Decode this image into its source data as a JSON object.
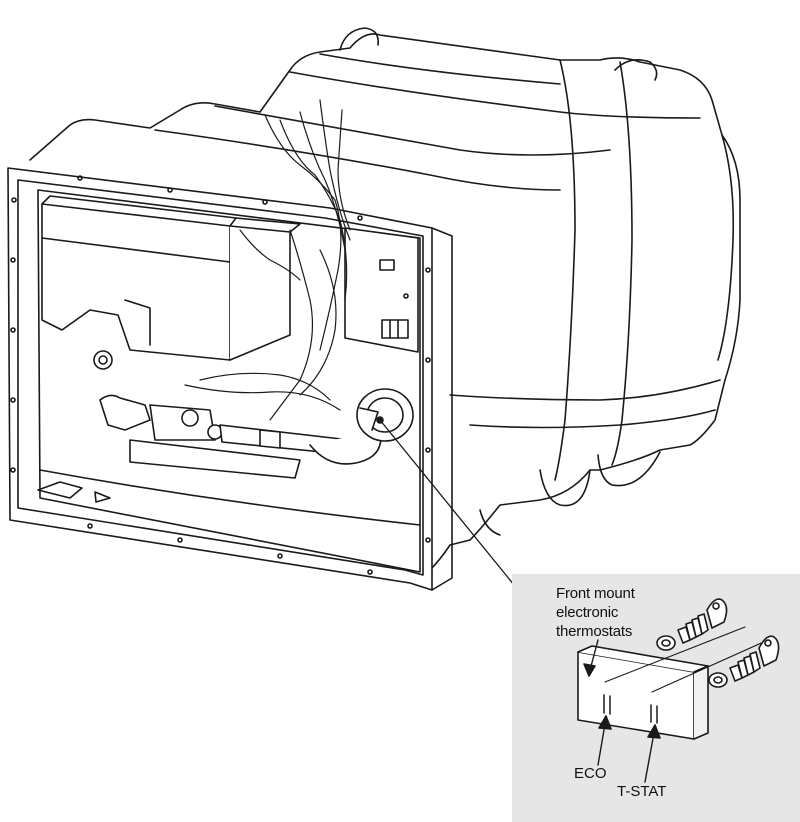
{
  "inset": {
    "callout_lines": [
      "Front mount",
      "electronic",
      "thermostats"
    ],
    "eco_label": "ECO",
    "tstat_label": "T-STAT",
    "background_color": "#e6e6e6"
  },
  "colors": {
    "stroke": "#1a1a1a",
    "tank_fill": "#ffffff",
    "shadow_fill": "#d9d9d9"
  }
}
